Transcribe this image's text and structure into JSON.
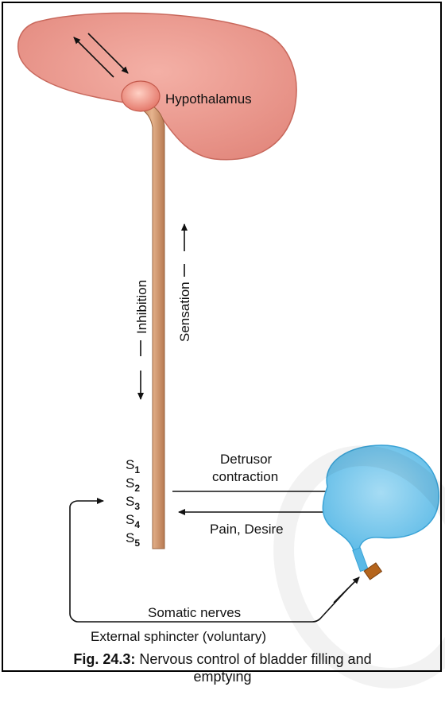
{
  "labels": {
    "hypothalamus": "Hypothalamus",
    "inhibition": "Inhibition",
    "sensation": "Sensation",
    "s1": "S",
    "s1_sub": "1",
    "s2": "S",
    "s2_sub": "2",
    "s3": "S",
    "s3_sub": "3",
    "s4": "S",
    "s4_sub": "4",
    "s5": "S",
    "s5_sub": "5",
    "detrusor_line1": "Detrusor",
    "detrusor_line2": "contraction",
    "pain_desire": "Pain, Desire",
    "somatic_nerves": "Somatic nerves",
    "external_sphincter": "External sphincter (voluntary)"
  },
  "caption": {
    "fig_label": "Fig. 24.3:",
    "text_line1": " Nervous control of bladder filling and",
    "text_line2": "emptying"
  },
  "colors": {
    "brain": "#ee9a90",
    "spinal_cord": "#d69a70",
    "bladder": "#7cc8ea",
    "sphincter": "#b5651d"
  }
}
